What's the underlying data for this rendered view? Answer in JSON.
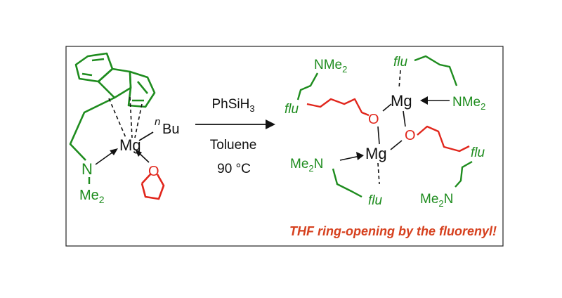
{
  "colors": {
    "green": "#1e8c1e",
    "red": "#e1261c",
    "black": "#111111",
    "caption": "#d6401e"
  },
  "reactant": {
    "metal": "Mg",
    "alkyl_prefix": "n",
    "alkyl": "Bu",
    "nitrogen": "N",
    "amine_me2": "Me",
    "amine_sub": "2",
    "thf_oxygen": "O"
  },
  "conditions": {
    "reagent_main": "PhSiH",
    "reagent_sub": "3",
    "solvent": "Toluene",
    "temperature": "90 °C"
  },
  "product": {
    "metal": "Mg",
    "oxygen": "O",
    "fluorenyl": "flu",
    "amine_main": "NMe",
    "amine_sub": "2",
    "amine_rev_pre": "Me",
    "amine_rev_sub": "2",
    "amine_rev_post": "N"
  },
  "caption": "THF ring-opening by the fluorenyl!"
}
